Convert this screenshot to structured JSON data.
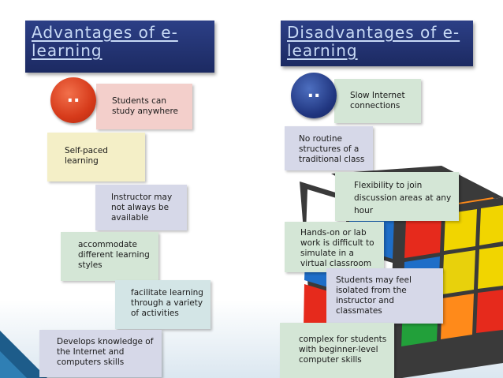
{
  "left": {
    "title": "Advantages of e-learning",
    "bullet": "..",
    "items": [
      "Students can study anywhere",
      "Self-paced learning",
      "Instructor may not always be available",
      "accommodate different learning styles",
      "facilitate learning through a variety of activities",
      "Develops knowledge of the Internet and computers skills"
    ]
  },
  "right": {
    "title": "Disadvantages of e-learning",
    "bullet": "..",
    "items": [
      "Slow Internet connections",
      "No routine structures of a traditional class",
      "Flexibility to join discussion areas at any hour",
      "Hands-on or lab work is difficult to simulate in a virtual classroom",
      "Students may feel isolated from the instructor and classmates",
      "complex for students with beginner-level computer skills"
    ]
  },
  "colors": {
    "title_bg": "#1f2e6c",
    "title_text": "#c7d9f5",
    "left_bullet": "#d63a1a",
    "right_bullet": "#20357f",
    "pink": "#f3cfcb",
    "yellow": "#f4efc7",
    "lavender": "#d6d8e8",
    "green": "#d4e6d6",
    "teal": "#d3e5e6"
  }
}
